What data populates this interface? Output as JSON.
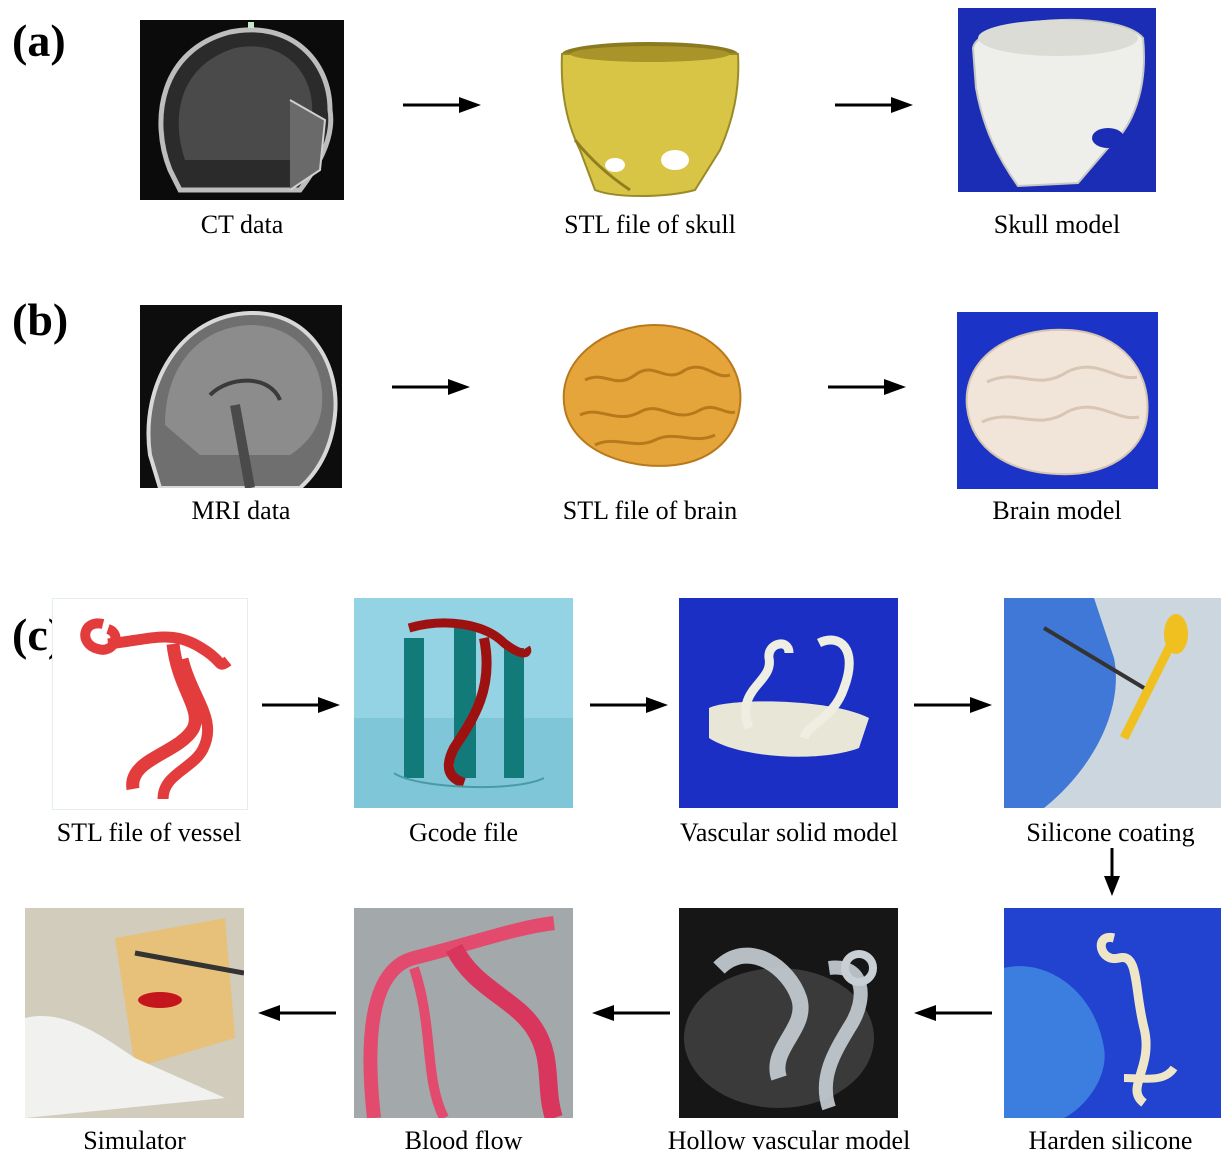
{
  "panels": {
    "a": {
      "label": "(a)",
      "steps": [
        "CT data",
        "STL file of skull",
        "Skull model"
      ]
    },
    "b": {
      "label": "(b)",
      "steps": [
        "MRI data",
        "STL file of brain",
        "Brain model"
      ]
    },
    "c": {
      "label": "(c)",
      "row1": [
        "STL file of vessel",
        "Gcode file",
        "Vascular solid model",
        "Silicone coating"
      ],
      "row2": [
        "Simulator",
        "Blood flow",
        "Hollow vascular model",
        "Harden silicone"
      ]
    }
  },
  "colors": {
    "arrow": "#000000",
    "skull_stl": "#d9c545",
    "brain_stl": "#e6a53a",
    "vessel": "#e23c3c",
    "photo_blue": "#1f2fbf",
    "gcode_bg": "#8fd0e0",
    "gcode_pillar": "#137a7a"
  }
}
